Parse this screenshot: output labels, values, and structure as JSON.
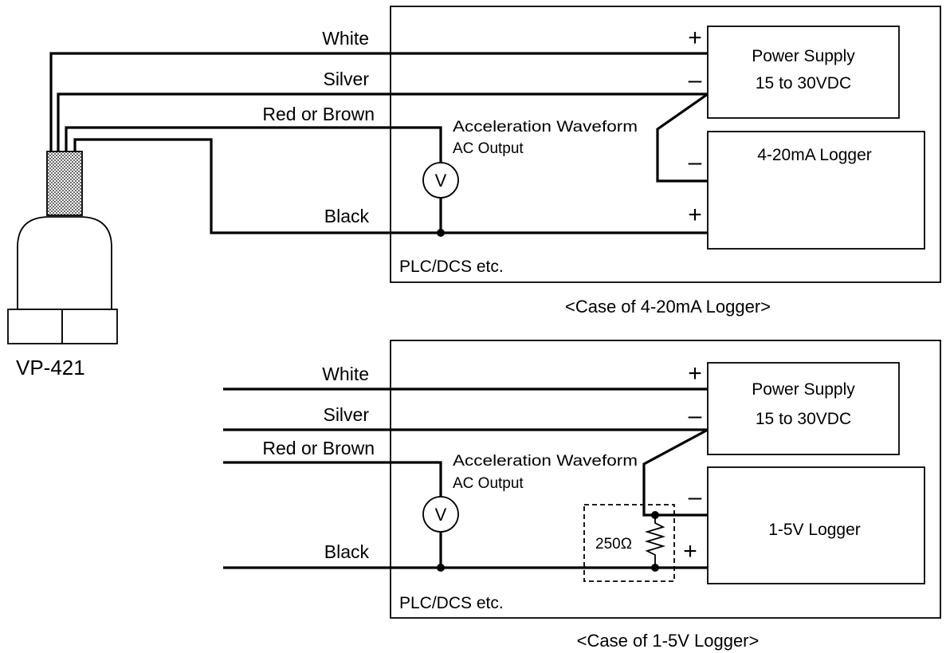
{
  "sensor": {
    "model_label": "VP-421"
  },
  "wires": {
    "white": "White",
    "silver": "Silver",
    "red_brown": "Red or Brown",
    "black": "Black"
  },
  "symbols": {
    "plus": "+",
    "minus": "–",
    "voltmeter": "V"
  },
  "case1": {
    "power_supply_line1": "Power Supply",
    "power_supply_line2": "15 to 30VDC",
    "logger_label": "4-20mA Logger",
    "output_line1": "Acceleration Waveform",
    "output_line2": "AC Output",
    "system_label": "PLC/DCS etc.",
    "caption": "<Case of 4-20mA Logger>"
  },
  "case2": {
    "power_supply_line1": "Power Supply",
    "power_supply_line2": "15 to 30VDC",
    "logger_label": "1-5V Logger",
    "output_line1": "Acceleration Waveform",
    "output_line2": "AC Output",
    "resistor_label": "250Ω",
    "system_label": "PLC/DCS etc.",
    "caption": "<Case of 1-5V Logger>"
  }
}
